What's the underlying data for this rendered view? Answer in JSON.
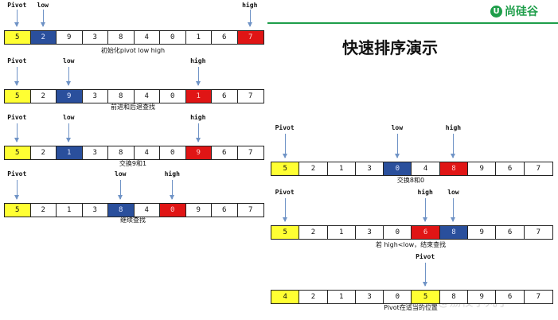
{
  "logo": {
    "mark": "U",
    "text": "尚硅谷"
  },
  "title": "快速排序演示",
  "watermark": "CSDN @荔枝小丸子",
  "panels": [
    {
      "caption": "",
      "values": [
        "5",
        "2",
        "9",
        "3",
        "8",
        "4",
        "0",
        "1",
        "6",
        "7"
      ],
      "colors": [
        "yellow",
        "blue",
        "",
        "",
        "",
        "",
        "",
        "",
        "",
        "red"
      ],
      "pointers": [
        {
          "label": "Pivot",
          "cell": 0
        },
        {
          "label": "low",
          "cell": 1
        },
        {
          "label": "high",
          "cell": 9
        }
      ]
    },
    {
      "caption": "初始化pivot low high",
      "values": [
        "5",
        "2",
        "9",
        "3",
        "8",
        "4",
        "0",
        "1",
        "6",
        "7"
      ],
      "colors": [
        "yellow",
        "",
        "blue",
        "",
        "",
        "",
        "",
        "red",
        "",
        ""
      ],
      "pointers": [
        {
          "label": "Pivot",
          "cell": 0
        },
        {
          "label": "low",
          "cell": 2
        },
        {
          "label": "high",
          "cell": 7
        }
      ]
    },
    {
      "caption": "前进和后退查找",
      "values": [
        "5",
        "2",
        "1",
        "3",
        "8",
        "4",
        "0",
        "9",
        "6",
        "7"
      ],
      "colors": [
        "yellow",
        "",
        "blue",
        "",
        "",
        "",
        "",
        "red",
        "",
        ""
      ],
      "pointers": [
        {
          "label": "Pivot",
          "cell": 0
        },
        {
          "label": "low",
          "cell": 2
        },
        {
          "label": "high",
          "cell": 7
        }
      ]
    },
    {
      "caption": "交换9和1",
      "values": [
        "5",
        "2",
        "1",
        "3",
        "8",
        "4",
        "0",
        "9",
        "6",
        "7"
      ],
      "colors": [
        "yellow",
        "",
        "",
        "",
        "blue",
        "",
        "red",
        "",
        "",
        ""
      ],
      "pointers": [
        {
          "label": "Pivot",
          "cell": 0
        },
        {
          "label": "low",
          "cell": 4
        },
        {
          "label": "high",
          "cell": 6
        }
      ]
    },
    {
      "caption": "继续查找",
      "values": [
        "5",
        "2",
        "1",
        "3",
        "0",
        "4",
        "8",
        "9",
        "6",
        "7"
      ],
      "colors": [
        "yellow",
        "",
        "",
        "",
        "blue",
        "",
        "red",
        "",
        "",
        ""
      ],
      "pointers": [
        {
          "label": "Pivot",
          "cell": 0
        },
        {
          "label": "low",
          "cell": 4
        },
        {
          "label": "high",
          "cell": 6
        }
      ]
    },
    {
      "caption": "交换8和0",
      "values": [
        "5",
        "2",
        "1",
        "3",
        "0",
        "6",
        "8",
        "9",
        "6",
        "7"
      ],
      "colors": [
        "yellow",
        "",
        "",
        "",
        "",
        "red",
        "blue",
        "",
        "",
        ""
      ],
      "pointers": [
        {
          "label": "Pivot",
          "cell": 0
        },
        {
          "label": "high",
          "cell": 5
        },
        {
          "label": "low",
          "cell": 6
        }
      ]
    },
    {
      "caption": "若 high<low，结束查找",
      "values": [
        "4",
        "2",
        "1",
        "3",
        "0",
        "5",
        "8",
        "9",
        "6",
        "7"
      ],
      "colors": [
        "yellow",
        "",
        "",
        "",
        "",
        "yellow",
        "",
        "",
        "",
        ""
      ],
      "pointers": [
        {
          "label": "Pivot",
          "cell": 5
        }
      ]
    },
    {
      "caption": "Pivot在适当的位置",
      "values": [],
      "colors": [],
      "pointers": []
    }
  ]
}
